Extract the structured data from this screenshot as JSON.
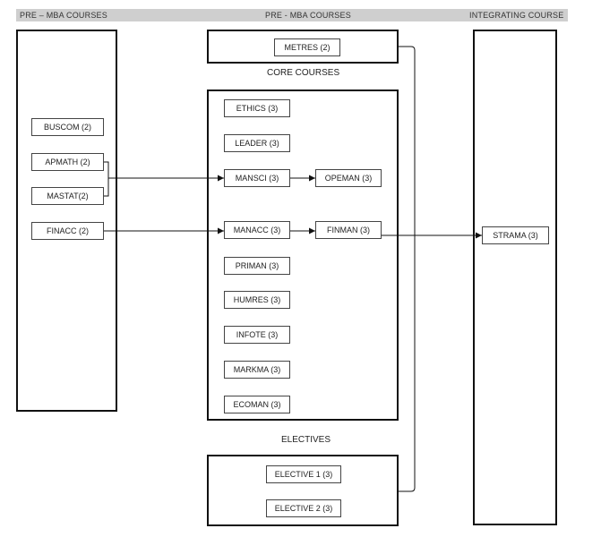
{
  "headers": {
    "pre_mba_left": "PRE – MBA COURSES",
    "pre_mba_center": "PRE - MBA COURSES",
    "integrating": "INTEGRATING COURSE"
  },
  "labels": {
    "core_courses": "CORE COURSES",
    "electives": "ELECTIVES"
  },
  "pre_mba_courses": [
    "BUSCOM (2)",
    "APMATH (2)",
    "MASTAT(2)",
    "FINACC (2)"
  ],
  "metres": "METRES (2)",
  "core_courses": [
    "ETHICS (3)",
    "LEADER (3)",
    "MANSCI (3)",
    "MANACC (3)",
    "PRIMAN (3)",
    "HUMRES (3)",
    "INFOTE (3)",
    "MARKMA (3)",
    "ECOMAN (3)"
  ],
  "core_followups": [
    "OPEMAN (3)",
    "FINMAN (3)"
  ],
  "electives": [
    "ELECTIVE 1 (3)",
    "ELECTIVE 2 (3)"
  ],
  "integrating_course": "STRAMA (3)"
}
